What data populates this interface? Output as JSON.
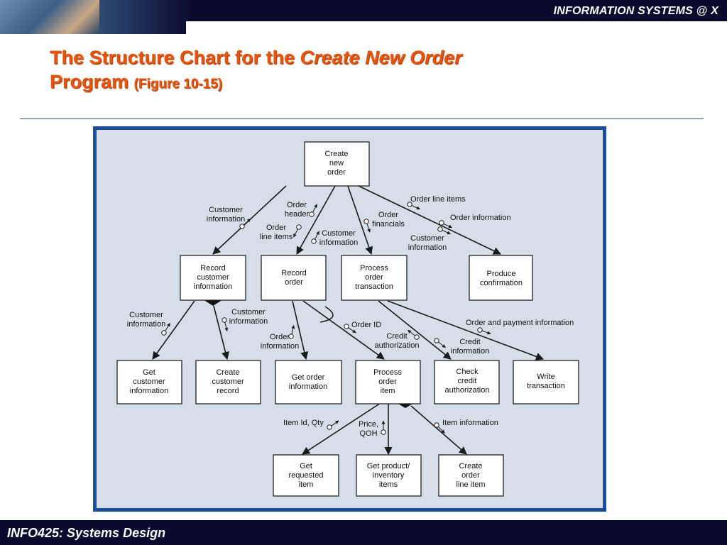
{
  "header": {
    "brand": "INFORMATION SYSTEMS @ X"
  },
  "slide": {
    "title_line1_prefix": "The Structure Chart for the ",
    "title_line1_italic": "Create New Order",
    "title_line2_main": "Program ",
    "title_line2_ref": "(Figure 10-15)"
  },
  "footer": {
    "course": "INFO425: Systems Design"
  },
  "diagram": {
    "modules": {
      "create_new_order": [
        "Create",
        "new",
        "order"
      ],
      "record_customer_information": [
        "Record",
        "customer",
        "information"
      ],
      "record_order": [
        "Record",
        "order"
      ],
      "process_order_transaction": [
        "Process",
        "order",
        "transaction"
      ],
      "produce_confirmation": [
        "Produce",
        "confirmation"
      ],
      "get_customer_information": [
        "Get",
        "customer",
        "information"
      ],
      "create_customer_record": [
        "Create",
        "customer",
        "record"
      ],
      "get_order_information": [
        "Get order",
        "information"
      ],
      "process_order_item": [
        "Process",
        "order",
        "item"
      ],
      "check_credit_authorization": [
        "Check",
        "credit",
        "authorization"
      ],
      "write_transaction": [
        "Write",
        "transaction"
      ],
      "get_requested_item": [
        "Get",
        "requested",
        "item"
      ],
      "get_product_inventory_items": [
        "Get product/",
        "inventory",
        "items"
      ],
      "create_order_line_item": [
        "Create",
        "order",
        "line item"
      ]
    },
    "couples": {
      "customer_information_top": [
        "Customer",
        "information"
      ],
      "order_header": [
        "Order",
        "header"
      ],
      "order_line_items_left": [
        "Order",
        "line items"
      ],
      "customer_information_mid": [
        "Customer",
        "information"
      ],
      "order_financials": [
        "Order",
        "financials"
      ],
      "order_line_items_right": [
        "Order line items"
      ],
      "order_information_top": [
        "Order information"
      ],
      "customer_information_right": [
        "Customer",
        "information"
      ],
      "customer_information_get": [
        "Customer",
        "information"
      ],
      "customer_information_create": [
        "Customer",
        "information"
      ],
      "order_information_left": [
        "Order",
        "information"
      ],
      "order_id": [
        "Order ID"
      ],
      "credit_authorization": [
        "Credit",
        "authorization"
      ],
      "credit_information": [
        "Credit",
        "information"
      ],
      "order_and_payment_information": [
        "Order and payment information"
      ],
      "item_id_qty": [
        "Item Id, Qty"
      ],
      "price_qoh": [
        "Price,",
        "QOH"
      ],
      "item_information": [
        "Item information"
      ]
    }
  }
}
